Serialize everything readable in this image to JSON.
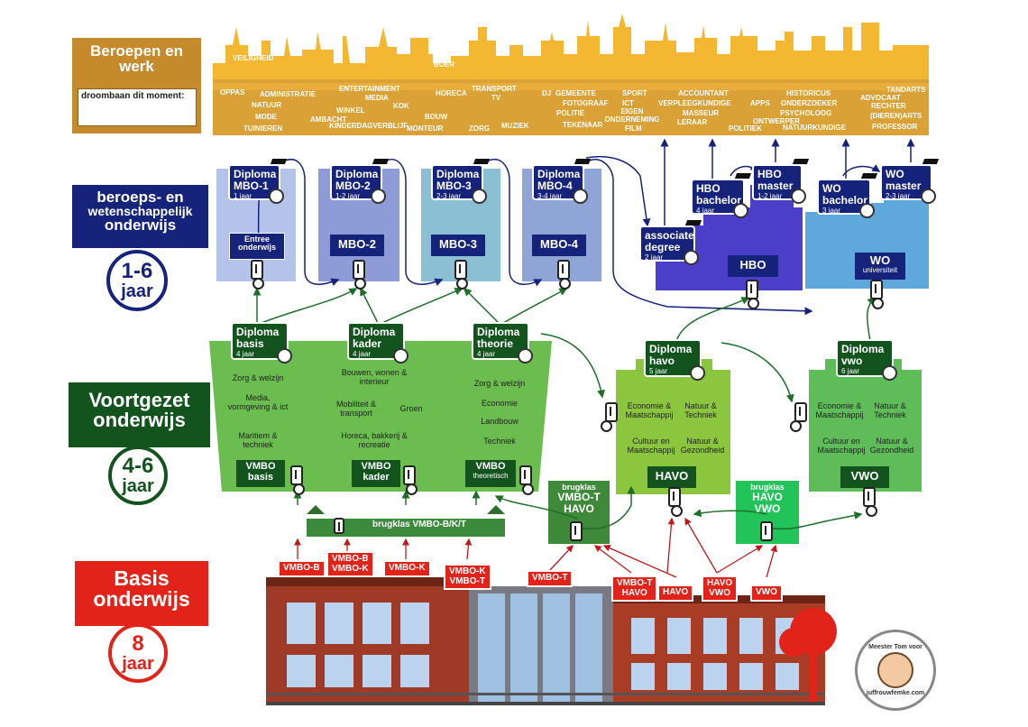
{
  "careers": {
    "title": "Beroepen en werk",
    "dream_job_label": "droombaan dit moment:",
    "jobs": [
      "VEILIGHEID",
      "OPPAS",
      "ADMINISTRATIE",
      "NATUUR",
      "MODE",
      "TUINIEREN",
      "ENTERTAINMENT",
      "MEDIA",
      "WINKEL",
      "AMBACHT",
      "KINDERDAGVERBLIJF",
      "KOK",
      "MONTEUR",
      "BOER",
      "HORECA",
      "BOUW",
      "TRANSPORT",
      "TV",
      "ZORG",
      "MUZIEK",
      "DJ",
      "GEMEENTE",
      "FOTOGRAAF",
      "POLITIE",
      "TEKENAAR",
      "SPORT",
      "ICT",
      "EIGEN ONDERNEMING",
      "FILM",
      "ACCOUNTANT",
      "VERPLEEGKUNDIGE",
      "MASSEUR",
      "LERAAR",
      "APPS",
      "POLITIEK",
      "ONTWERPER",
      "HISTORICUS",
      "ONDERZOEKER",
      "PSYCHOLOOG",
      "NATUURKUNDIGE",
      "TANDARTS",
      "ADVOCAAT",
      "RECHTER",
      "(DIEREN)ARTS",
      "PROFESSOR"
    ]
  },
  "levels": {
    "higher": {
      "title_lines": [
        "beroeps- en",
        "wetenschappelijk",
        "onderwijs"
      ],
      "years_num": "1-6",
      "years_word": "jaar"
    },
    "secondary": {
      "title_lines": [
        "Voortgezet",
        "onderwijs"
      ],
      "years_num": "4-6",
      "years_word": "jaar"
    },
    "primary": {
      "title_lines": [
        "Basis",
        "onderwijs"
      ],
      "years_num": "8",
      "years_word": "jaar"
    }
  },
  "higher_diplomas": [
    {
      "title": "Diploma MBO-1",
      "duration": "1 jaar"
    },
    {
      "title": "Diploma MBO-2",
      "duration": "1-2 jaar"
    },
    {
      "title": "Diploma MBO-3",
      "duration": "2-3 jaar"
    },
    {
      "title": "Diploma MBO-4",
      "duration": "3-4 jaar"
    },
    {
      "title": "associate degree",
      "duration": "2 jaar"
    },
    {
      "title": "HBO bachelor",
      "duration": "4 jaar"
    },
    {
      "title": "HBO master",
      "duration": "1-2 jaar"
    },
    {
      "title": "WO bachelor",
      "duration": "3 jaar"
    },
    {
      "title": "WO master",
      "duration": "2-3 jaar"
    }
  ],
  "higher_schools": {
    "entree": "Entree onderwijs",
    "mbo2": "MBO-2",
    "mbo3": "MBO-3",
    "mbo4": "MBO-4",
    "hbo": "HBO",
    "wo": "WO",
    "wo_sub": "universiteit"
  },
  "secondary_diplomas": [
    {
      "title": "Diploma basis",
      "duration": "4 jaar"
    },
    {
      "title": "Diploma kader",
      "duration": "4 jaar"
    },
    {
      "title": "Diploma theorie",
      "duration": "4 jaar"
    },
    {
      "title": "Diploma havo",
      "duration": "5 jaar"
    },
    {
      "title": "Diploma vwo",
      "duration": "6 jaar"
    }
  ],
  "vmbo_subjects": {
    "basis": [
      "Zorg & welzijn",
      "Media, vormgeving & ict",
      "Maritiem & techniek"
    ],
    "kader": [
      "Bouwen, wonen & interieur",
      "Mobiliteit & transport",
      "Groen",
      "Horeca, bakkerij & recreatie"
    ],
    "theorie": [
      "Zorg & welzijn",
      "Economie",
      "Landbouw",
      "Techniek"
    ]
  },
  "profiles": {
    "havo": [
      "Economie & Maatschappij",
      "Natuur & Techniek",
      "Cultuur en Maatschappij",
      "Natuur & Gezondheid"
    ],
    "vwo": [
      "Economie & Maatschappij",
      "Natuur & Techniek",
      "Cultuur en Maatschappij",
      "Natuur & Gezondheid"
    ]
  },
  "secondary_schools": {
    "vmbo_basis": "VMBO basis",
    "vmbo_kader": "VMBO kader",
    "vmbo_theorie_line1": "VMBO",
    "vmbo_theorie_line2": "theoretisch",
    "havo": "HAVO",
    "vwo": "VWO"
  },
  "bridge_classes": {
    "vmbo_bkt": "brugklas VMBO-B/K/T",
    "vmbo_t_havo": [
      "brugklas",
      "VMBO-T",
      "HAVO"
    ],
    "havo_vwo": [
      "brugklas",
      "HAVO",
      "VWO"
    ]
  },
  "advice_tags": [
    {
      "line1": "VMBO-B",
      "line2": ""
    },
    {
      "line1": "VMBO-B",
      "line2": "VMBO-K"
    },
    {
      "line1": "VMBO-K",
      "line2": ""
    },
    {
      "line1": "VMBO-K",
      "line2": "VMBO-T"
    },
    {
      "line1": "VMBO-T",
      "line2": ""
    },
    {
      "line1": "VMBO-T",
      "line2": "HAVO"
    },
    {
      "line1": "HAVO",
      "line2": ""
    },
    {
      "line1": "HAVO",
      "line2": "VWO"
    },
    {
      "line1": "VWO",
      "line2": ""
    }
  ],
  "badge": {
    "top": "Meester Tom voor",
    "bottom": "juffrouwfemke.com"
  },
  "colors": {
    "gold": "#c58a2c",
    "navy": "#16237a",
    "dark_green": "#13541e",
    "red": "#e2231a",
    "mbo1": "#b3c3ea",
    "mbo2": "#8d9cd6",
    "mbo3": "#8bbfd4",
    "mbo4": "#8fa5d6",
    "hbo": "#4b3fc9",
    "wo": "#5fa8dc",
    "vmbo": "#6bbd4f",
    "havo": "#8cc63e",
    "vwo": "#5ebd58"
  }
}
